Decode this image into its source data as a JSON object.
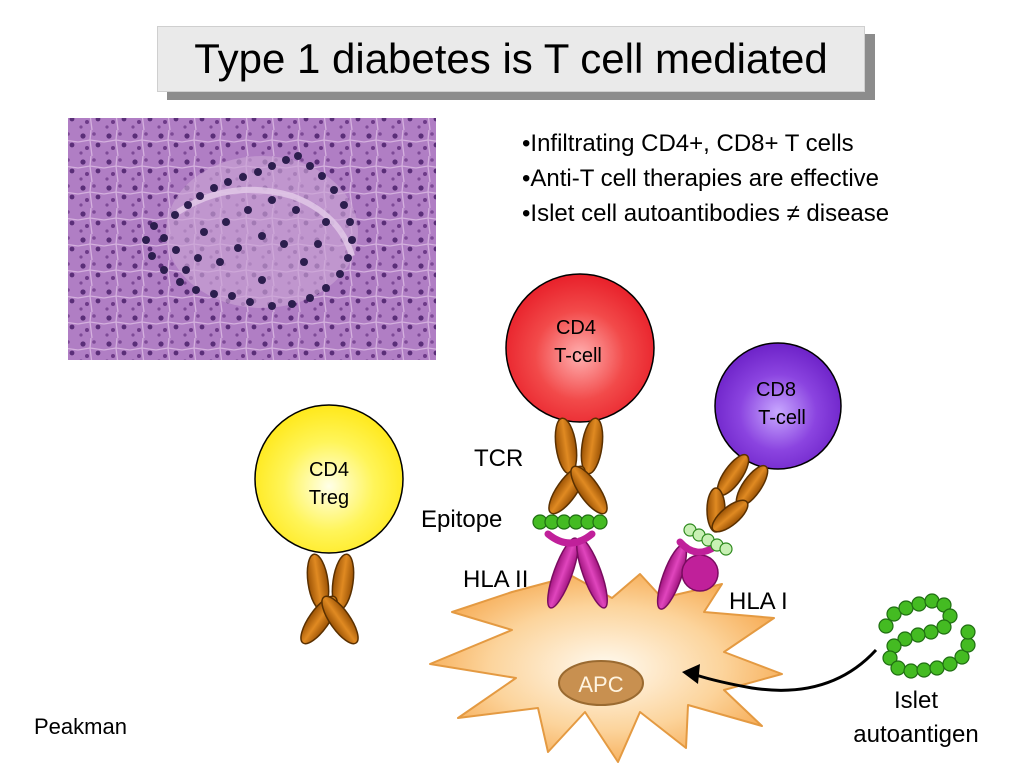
{
  "slide": {
    "title": "Type 1 diabetes is T cell mediated",
    "bullets": [
      "•Infiltrating CD4+, CD8+ T cells",
      "•Anti-T cell therapies are effective",
      "•Islet cell autoantibodies ≠ disease"
    ],
    "credit": "Peakman"
  },
  "diagram": {
    "cd4_tcell": {
      "line1": "CD4",
      "line2": "T-cell"
    },
    "cd8_tcell": {
      "line1": "CD8",
      "line2": "T-cell"
    },
    "cd4_treg": {
      "line1": "CD4",
      "line2": "Treg"
    },
    "labels": {
      "tcr": "TCR",
      "epitope": "Epitope",
      "hla_ii": "HLA II",
      "hla_i": "HLA I",
      "apc": "APC",
      "islet_line1": "Islet",
      "islet_line2": "autoantigen"
    },
    "colors": {
      "cd4_tcell": "#e8202a",
      "cd8_tcell": "#6d22c8",
      "treg": "#ffee22",
      "receptor": "#c46e10",
      "hla": "#c0209a",
      "epitope": "#44bb22",
      "apc_cell": "#f8b060",
      "apc_nucleus": "#c89050"
    }
  }
}
